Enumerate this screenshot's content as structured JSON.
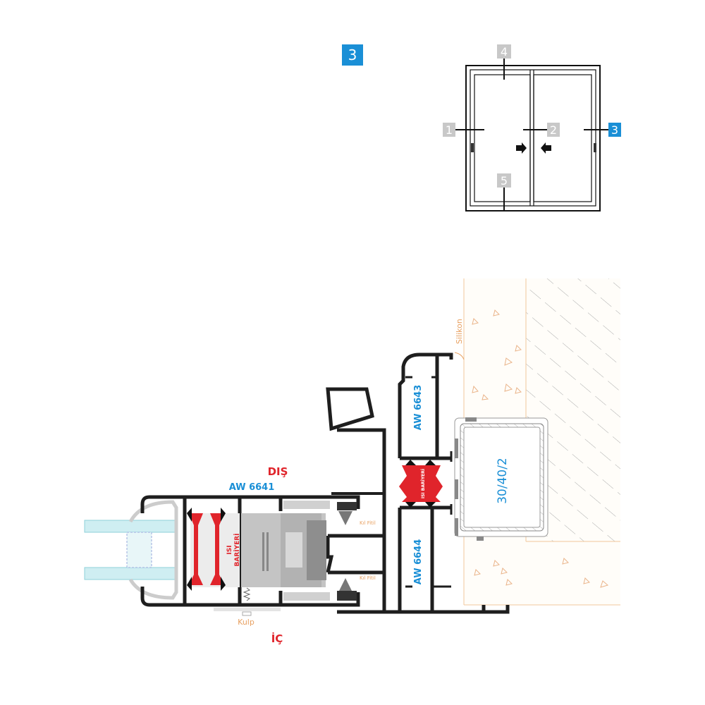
{
  "section_badge": "3",
  "key_plan": {
    "labels": [
      "1",
      "2",
      "3",
      "4",
      "5"
    ],
    "active": "3"
  },
  "labels": {
    "outside": "DIŞ",
    "inside": "İÇ",
    "sash_profile": "AW 6641",
    "frame_top_profile": "AW 6643",
    "frame_bottom_profile": "AW 6644",
    "steel_tube": "30/40/2",
    "thermal_break_1a": "ISI",
    "thermal_break_1b": "BARİYERİ",
    "thermal_break_2": "ISI BARİYERİ",
    "brush_seal_top": "Kıl Fitil",
    "brush_seal_bottom": "Kıl Fitil",
    "handle": "Kulp",
    "sealant": "Silikon"
  },
  "colors": {
    "accent_blue": "#1a8fd6",
    "thermal_red": "#e0242b",
    "annotation_orange": "#e8a060",
    "key_gray": "#c8c8c8",
    "profile_black": "#1e1e1e"
  }
}
